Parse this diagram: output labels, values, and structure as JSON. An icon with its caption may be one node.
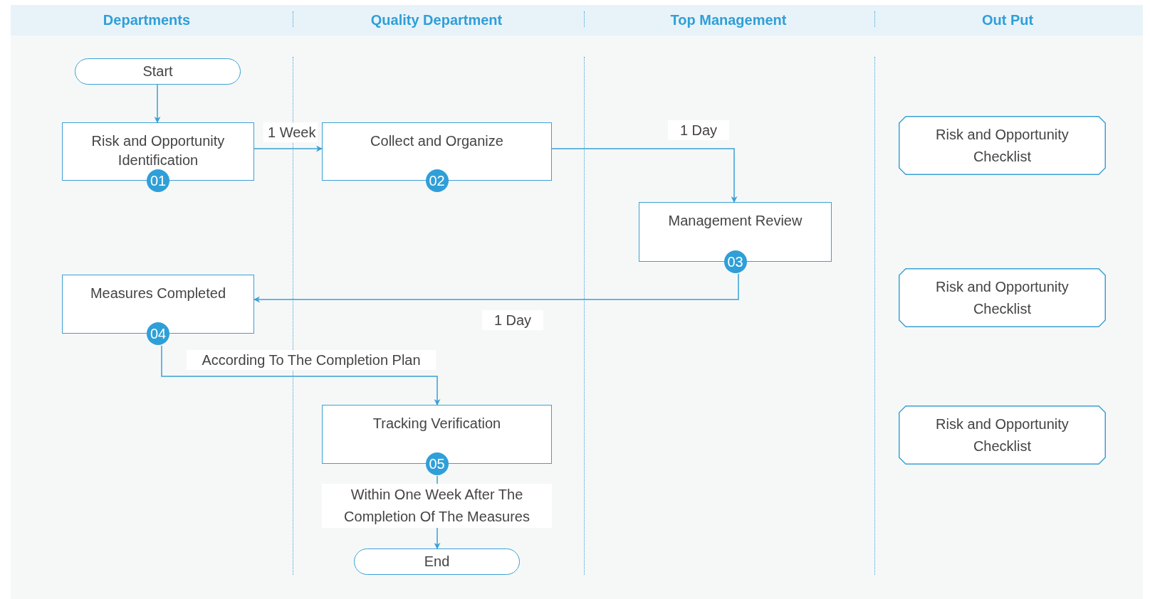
{
  "diagram": {
    "nodes": [
      {
        "text": [
          "Start"
        ]
      },
      {
        "text": [
          "Risk and Opportunity Identification",
          "01"
        ]
      },
      {
        "text": [
          "Collect and Organize",
          "02"
        ]
      },
      {
        "text": [
          "Management Review",
          "03"
        ]
      },
      {
        "text": [
          "Measures Completed",
          "04"
        ]
      },
      {
        "text": [
          "Tracking Verification",
          "05"
        ]
      },
      {
        "text": [
          "End"
        ]
      },
      {
        "text": [
          "Risk and Opportunity Checklist"
        ]
      },
      {
        "text": [
          "Risk and Opportunity Checklist"
        ]
      },
      {
        "text": [
          "Risk and Opportunity Checklist"
        ]
      }
    ],
    "edges": [
      {
        "from": 0,
        "to": 1,
        "arrow": "to"
      },
      {
        "from": 1,
        "to": 2,
        "arrow": "to",
        "label": "1 Week"
      },
      {
        "from": 2,
        "to": 3,
        "arrow": "to",
        "label": "1 Day"
      },
      {
        "from": 3,
        "to": 4,
        "arrow": "to",
        "label": "1 Day"
      },
      {
        "from": 4,
        "to": 5,
        "arrow": "to",
        "label": "According To The Completion Plan"
      },
      {
        "from": 5,
        "to": 6,
        "arrow": "to",
        "label": "Within One Week After The Completion Of The Measures"
      }
    ],
    "labels": [
      "Departments",
      "Quality Department",
      "Top Management",
      "Out Put"
    ]
  }
}
